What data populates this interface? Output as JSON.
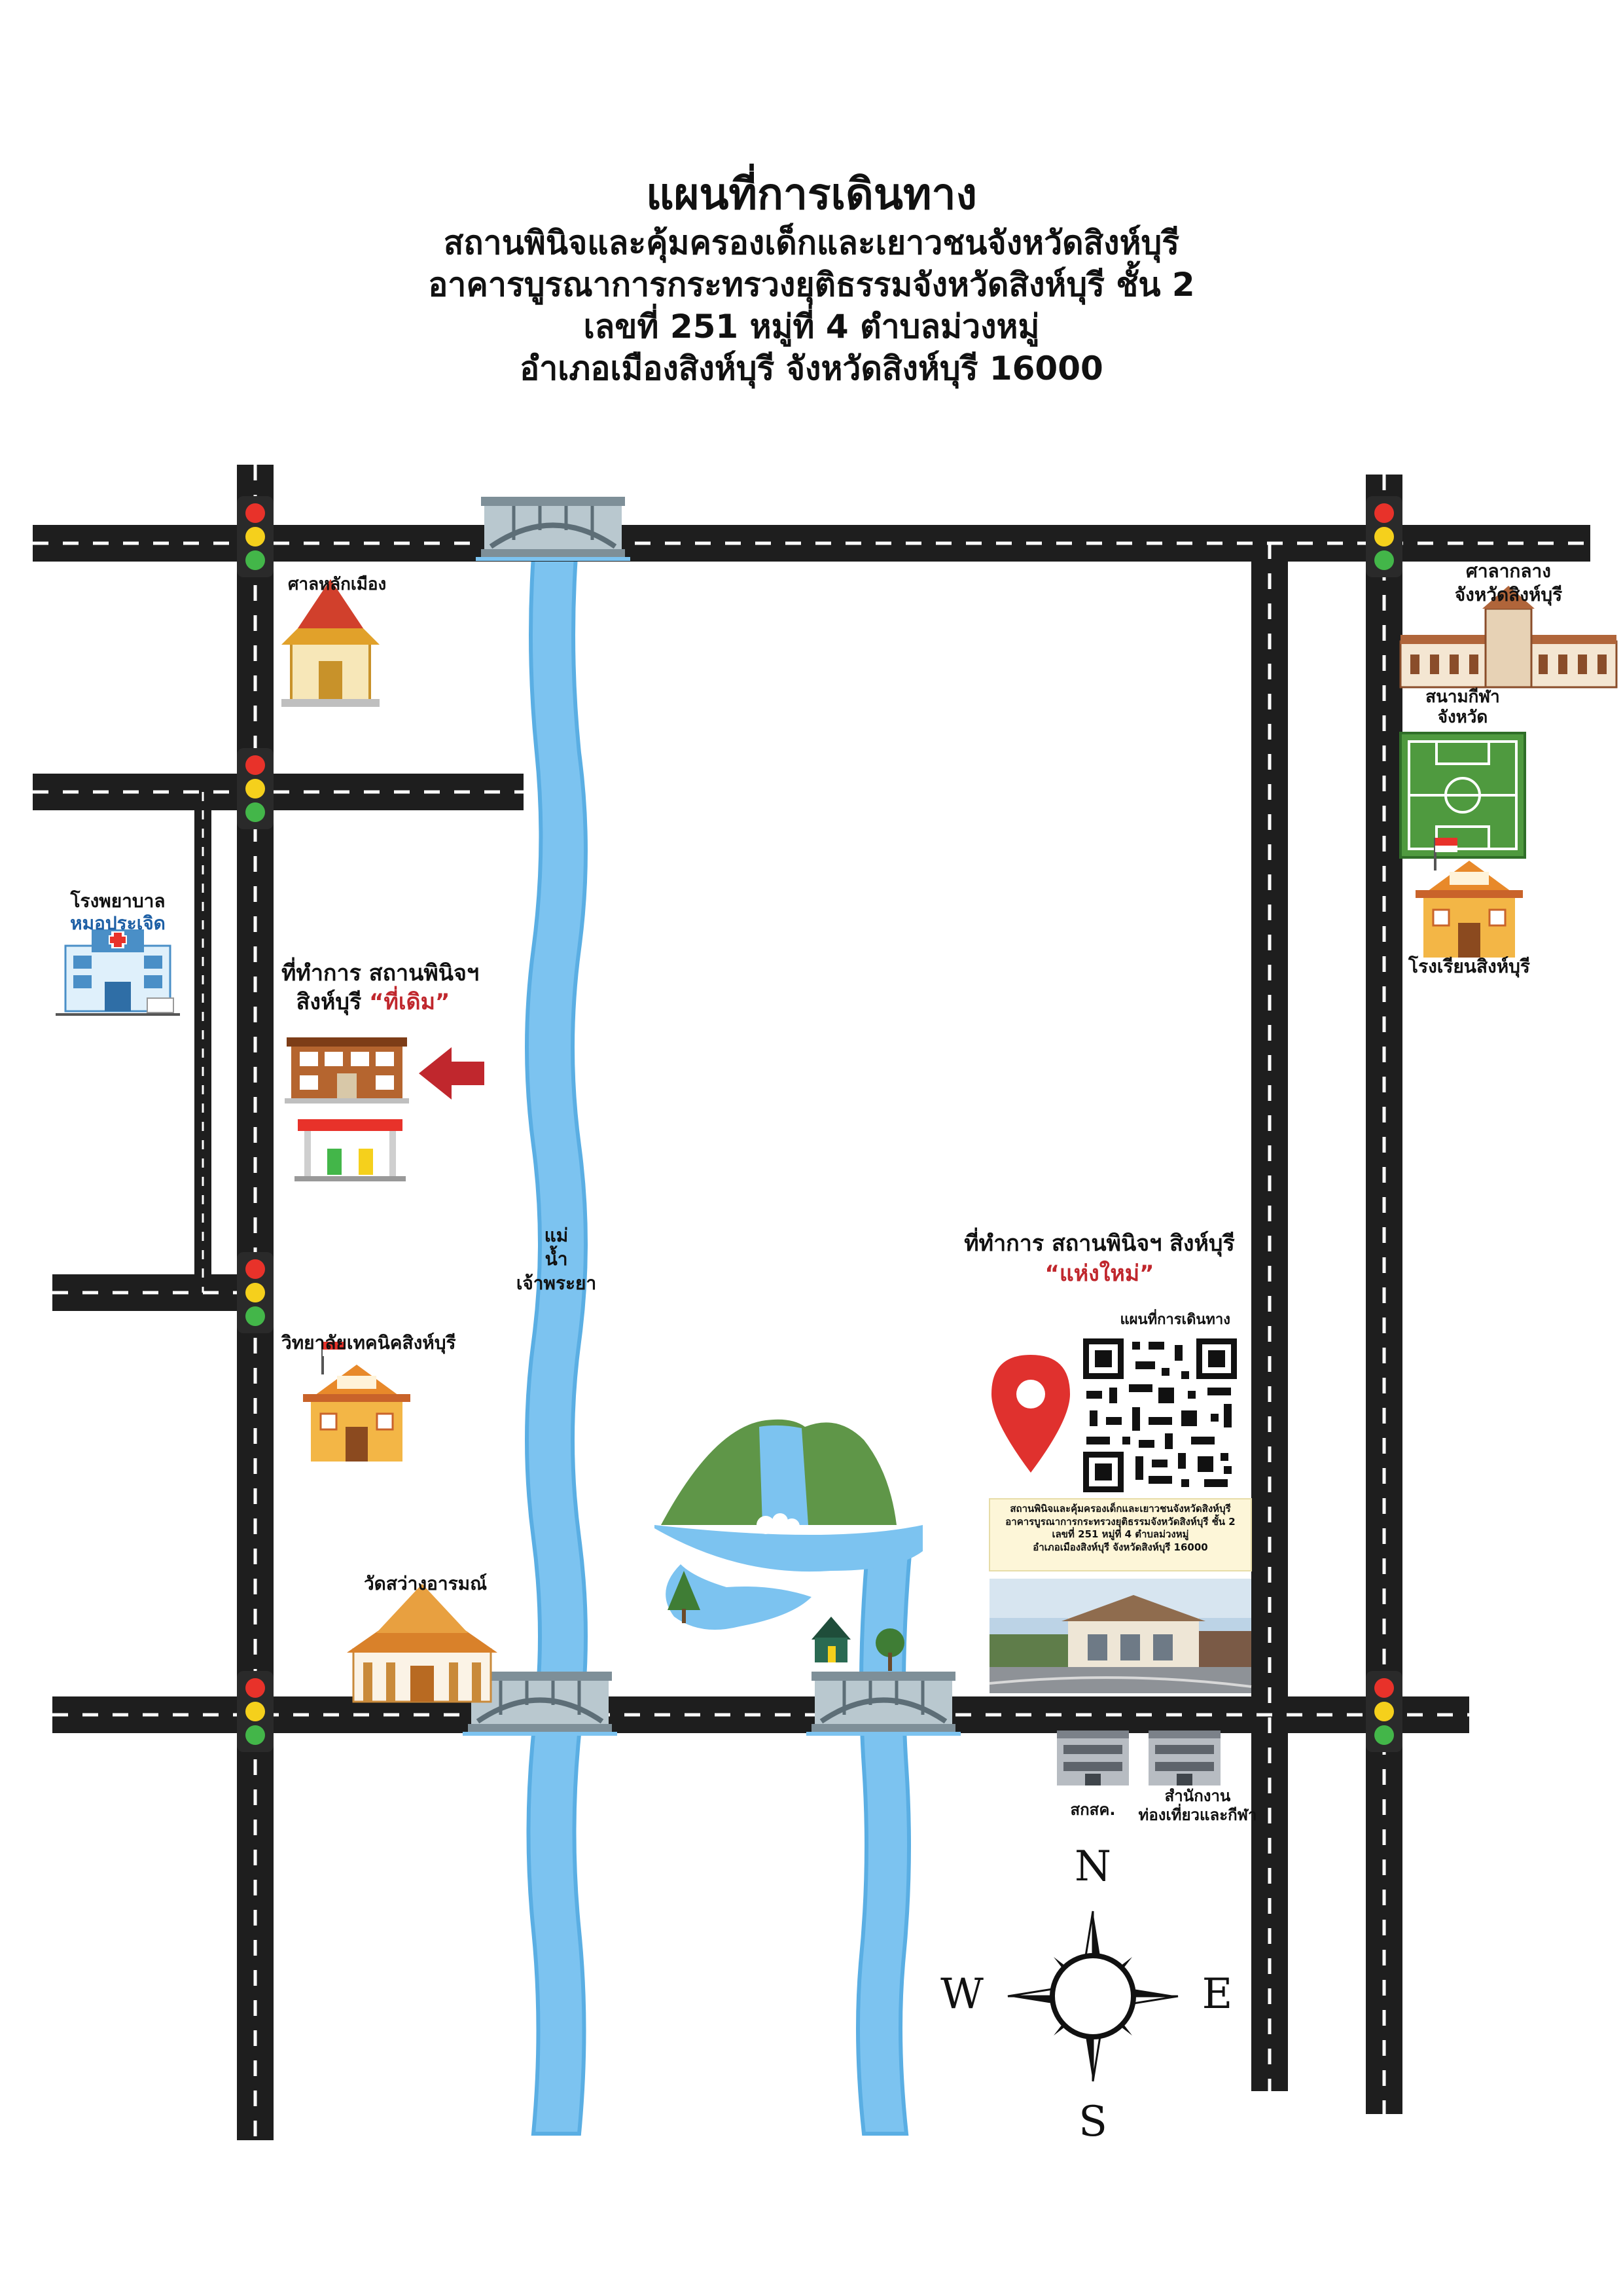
{
  "header": {
    "title": "แผนที่การเดินทาง",
    "line1": "สถานพินิจและคุ้มครองเด็กและเยาวชนจังหวัดสิงห์บุรี",
    "line2": "อาคารบูรณาการกระทรวงยุติธรรมจังหวัดสิงห์บุรี ชั้น 2",
    "line3": "เลขที่ 251 หมู่ที่ 4 ตำบลม่วงหมู่",
    "line4": "อำเภอเมืองสิงห์บุรี จังหวัดสิงห์บุรี 16000"
  },
  "landmarks": {
    "city_pillar": "ศาลหลักเมือง",
    "provincial_hall_1": "ศาลากลาง",
    "provincial_hall_2": "จังหวัดสิงห์บุรี",
    "stadium_1": "สนามกีฬา",
    "stadium_2": "จังหวัด",
    "school": "โรงเรียนสิงห์บุรี",
    "hospital_1": "โรงพยาบาล",
    "hospital_2": "หมอประเจิด",
    "old_office_1": "ที่ทำการ สถานพินิจฯ",
    "old_office_2a": "สิงห์บุรี ",
    "old_office_2b": "“ที่เดิม”",
    "river_1": "แม่",
    "river_2": "น้ำ",
    "river_3": "เจ้าพระยา",
    "tech_college": "วิทยาลัยเทคนิคสิงห์บุรี",
    "temple": "วัดสว่างอารมณ์",
    "new_office_1": "ที่ทำการ สถานพินิจฯ สิงห์บุรี",
    "new_office_2": "“แห่งใหม่”",
    "qr_caption": "แผนที่การเดินทาง",
    "ssk": "สกสค.",
    "tourism_1": "สำนักงาน",
    "tourism_2": "ท่องเที่ยวและกีฬา"
  },
  "address_card": {
    "line1": "สถานพินิจและคุ้มครองเด็กและเยาวชนจังหวัดสิงห์บุรี",
    "line2": "อาคารบูรณาการกระทรวงยุติธรรมจังหวัดสิงห์บุรี ชั้น 2",
    "line3": "เลขที่ 251 หมู่ที่ 4 ตำบลม่วงหมู่",
    "line4": "อำเภอเมืองสิงห์บุรี จังหวัดสิงห์บุรี 16000"
  },
  "compass": {
    "n": "N",
    "s": "S",
    "e": "E",
    "w": "W"
  },
  "colors": {
    "road": "#1e1e1e",
    "river": "#7cc3f0",
    "river_edge": "#5aaee3",
    "accent_red": "#c0272d",
    "mountain": "#5f9648",
    "pin": "#e0312e"
  }
}
